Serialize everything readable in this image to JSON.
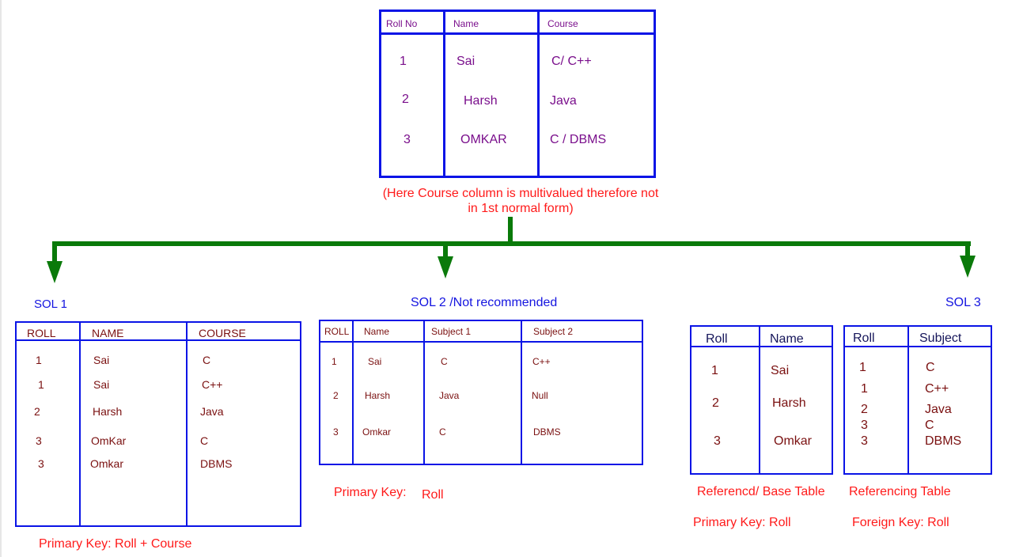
{
  "original": {
    "headers": [
      "Roll No",
      "Name",
      "Course"
    ],
    "rows": [
      [
        "1",
        "Sai",
        "C/ C++"
      ],
      [
        "2",
        "Harsh",
        "Java"
      ],
      [
        "3",
        "OMKAR",
        "C / DBMS"
      ]
    ],
    "note_line1": "(Here Course column is multivalued therefore not",
    "note_line2": "in 1st normal form)"
  },
  "sol1": {
    "title": "SOL 1",
    "headers": [
      "ROLL",
      "NAME",
      "COURSE"
    ],
    "rows": [
      [
        "1",
        "Sai",
        "C"
      ],
      [
        "1",
        "Sai",
        "C++"
      ],
      [
        "2",
        "Harsh",
        "Java"
      ],
      [
        "3",
        "OmKar",
        "C"
      ],
      [
        "3",
        "Omkar",
        "DBMS"
      ]
    ],
    "key": "Primary Key: Roll + Course"
  },
  "sol2": {
    "title": "SOL 2 /Not recommended",
    "headers": [
      "ROLL",
      "Name",
      "Subject 1",
      "Subject 2"
    ],
    "rows": [
      [
        "1",
        "Sai",
        "C",
        "C++"
      ],
      [
        "2",
        "Harsh",
        "Java",
        "Null"
      ],
      [
        "3",
        "Omkar",
        "C",
        "DBMS"
      ]
    ],
    "key_label": "Primary Key:",
    "key_value": "Roll"
  },
  "sol3": {
    "title": "SOL 3",
    "base": {
      "headers": [
        "Roll",
        "Name"
      ],
      "rows": [
        [
          "1",
          "Sai"
        ],
        [
          "2",
          "Harsh"
        ],
        [
          "3",
          "Omkar"
        ]
      ],
      "caption": "Referencd/ Base Table",
      "key": "Primary Key: Roll"
    },
    "ref": {
      "headers": [
        "Roll",
        "Subject"
      ],
      "rows": [
        [
          "1",
          "C"
        ],
        [
          "1",
          "C++"
        ],
        [
          "2",
          "Java"
        ],
        [
          "3",
          "C"
        ],
        [
          "3",
          "DBMS"
        ]
      ],
      "caption": "Referencing Table",
      "key": "Foreign Key: Roll"
    }
  },
  "colors": {
    "table_border": "#0a14e6",
    "arrow": "#0a7a0a",
    "caption": "#ff1a1a",
    "heading": "#1414e0"
  }
}
